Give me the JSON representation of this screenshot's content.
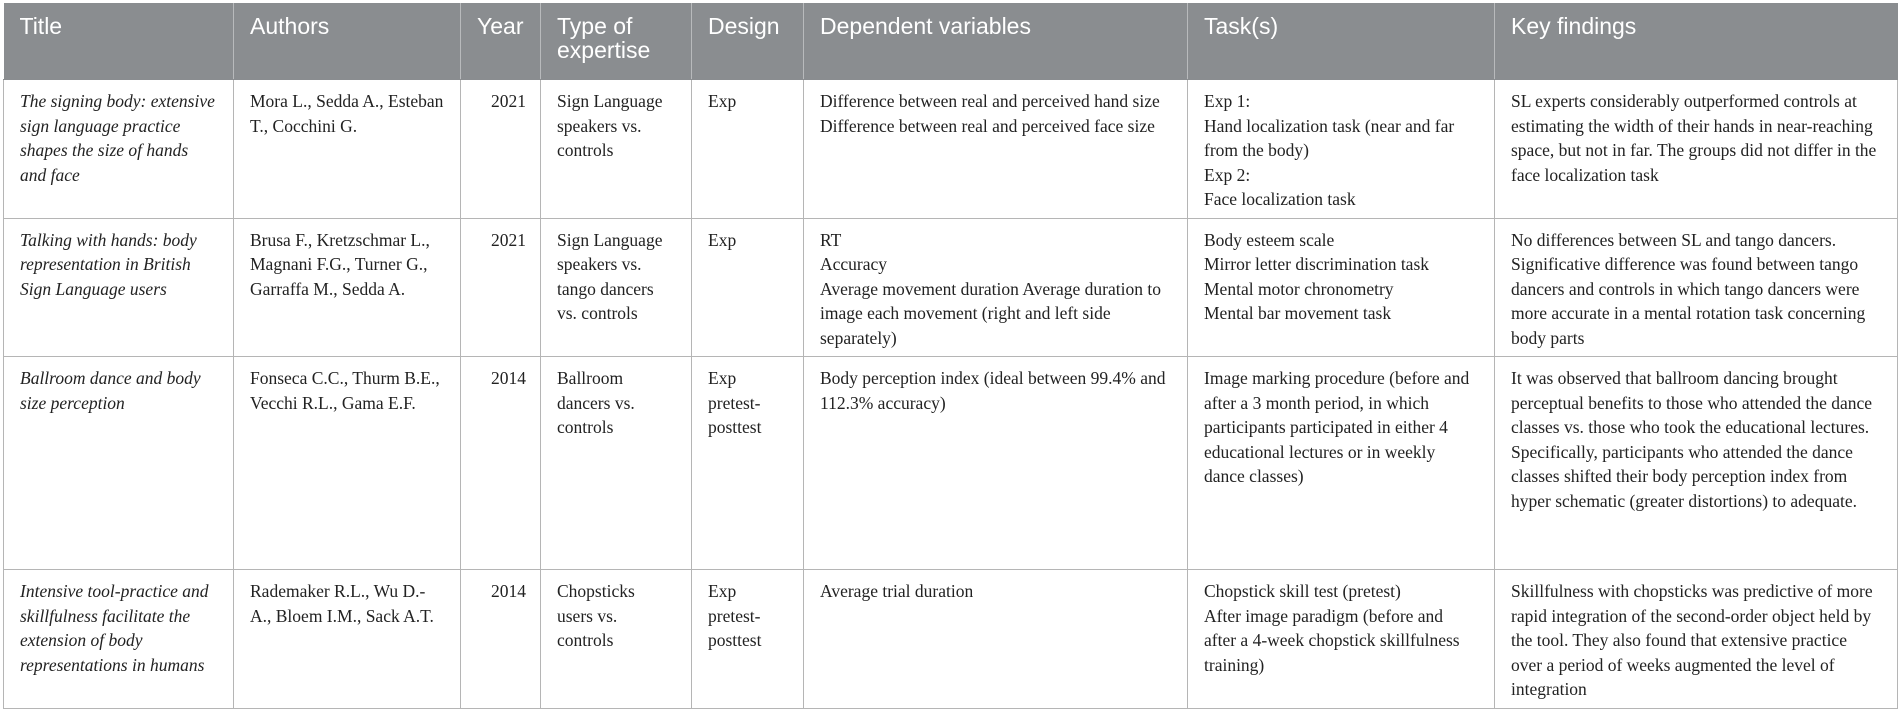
{
  "headers": {
    "title": "Title",
    "authors": "Authors",
    "year": "Year",
    "expertise": "Type of expertise",
    "design": "Design",
    "dependent": "Dependent variables",
    "tasks": "Task(s)",
    "findings": "Key findings"
  },
  "rows": [
    {
      "title": "The signing body: extensive sign language practice shapes the size of hands and face",
      "authors": "Mora L., Sedda A., Esteban T., Cocchini G.",
      "year": "2021",
      "expertise": "Sign Language speakers vs. controls",
      "design": "Exp",
      "dependent": "Difference between real and perceived hand size Difference between real and perceived face size",
      "tasks": "Exp 1:\nHand localization task (near and far from the body)\nExp 2:\nFace localization task",
      "findings": "SL experts considerably outperformed controls at estimating the width of their hands in near-reaching space, but not in far. The groups did not differ in the face localization task"
    },
    {
      "title": "Talking with hands: body representation in British Sign Language users",
      "authors": "Brusa F., Kretzschmar L., Magnani F.G., Turner G., Garraffa M., Sedda A.",
      "year": "2021",
      "expertise": "Sign Language speakers vs. tango dancers vs. controls",
      "design": "Exp",
      "dependent": " RT\nAccuracy\nAverage movement duration Average duration to image each movement (right and left side separately)",
      "tasks": "Body esteem scale\nMirror letter discrimination task\nMental motor chronometry\nMental bar movement task",
      "findings": "No differences between SL and tango dancers. Significative difference was found between tango dancers and controls in which tango dancers were more accurate in a mental rotation task concerning body parts"
    },
    {
      "title": "Ballroom dance and body size perception",
      "authors": "Fonseca C.C., Thurm B.E., Vecchi R.L., Gama E.F.",
      "year": "2014",
      "expertise": "Ballroom dancers vs. controls",
      "design": "Exp pretest-posttest",
      "dependent": "Body perception index (ideal between 99.4% and 112.3% accuracy)",
      "tasks": "Image marking procedure (before and after a 3 month period, in which participants participated in either 4 educational lectures or in weekly dance classes)",
      "findings": "It was observed that ballroom dancing brought perceptual benefits to those who attended the dance classes vs. those who took the educational lectures. Specifically, participants who attended the dance classes shifted their body perception index from hyper schematic (greater distortions) to adequate."
    },
    {
      "title": "Intensive tool-practice and skillfulness facilitate the extension of body representations in humans",
      "authors": "Rademaker R.L., Wu D.-A., Bloem I.M., Sack A.T.",
      "year": "2014",
      "expertise": "Chopsticks users vs. controls",
      "design": "Exp pretest-posttest",
      "dependent": "Average trial duration",
      "tasks": "Chopstick skill test (pretest)\nAfter image paradigm (before and after a 4-week chopstick skillfulness training)",
      "findings": "Skillfulness with chopsticks was predictive of more rapid integration of the second-order object held by the tool. They also found that extensive practice over a period of weeks augmented the level of integration"
    }
  ]
}
